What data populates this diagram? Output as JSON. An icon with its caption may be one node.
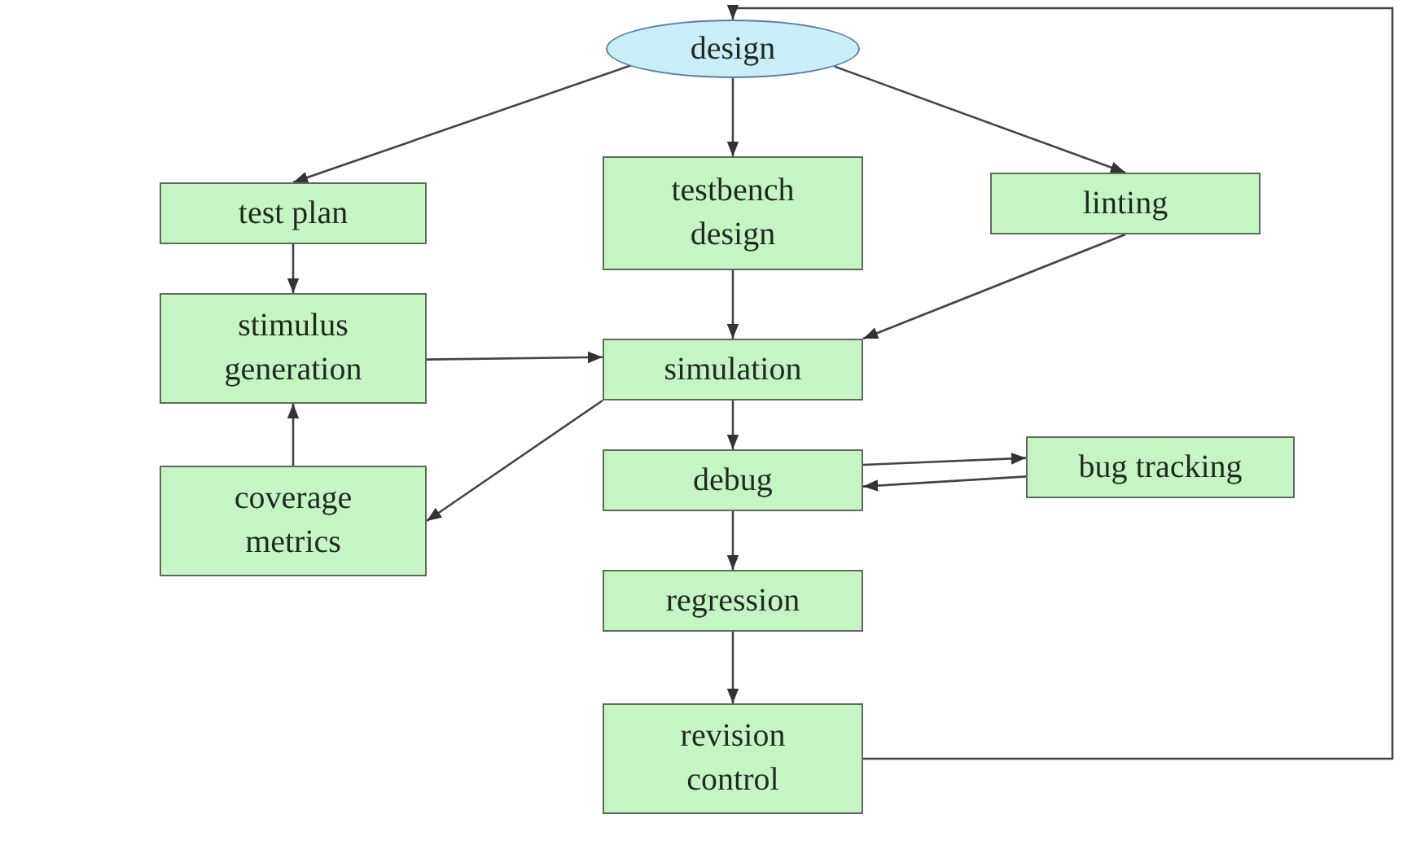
{
  "diagram": {
    "nodes": [
      {
        "text": [
          "design"
        ]
      },
      {
        "text": [
          "test plan"
        ]
      },
      {
        "text": [
          "testbench design"
        ]
      },
      {
        "text": [
          "linting"
        ]
      },
      {
        "text": [
          "stimulus generation"
        ]
      },
      {
        "text": [
          "simulation"
        ]
      },
      {
        "text": [
          "coverage metrics"
        ]
      },
      {
        "text": [
          "debug"
        ]
      },
      {
        "text": [
          "bug tracking"
        ]
      },
      {
        "text": [
          "regression"
        ]
      },
      {
        "text": [
          "revision control"
        ]
      }
    ],
    "edges": [
      {
        "from": 0,
        "to": 1,
        "arrow": "to"
      },
      {
        "from": 0,
        "to": 2,
        "arrow": "to"
      },
      {
        "from": 0,
        "to": 3,
        "arrow": "to"
      },
      {
        "from": 1,
        "to": 4,
        "arrow": "to"
      },
      {
        "from": 2,
        "to": 5,
        "arrow": "to"
      },
      {
        "from": 3,
        "to": 5,
        "arrow": "to"
      },
      {
        "from": 4,
        "to": 5,
        "arrow": "to"
      },
      {
        "from": 5,
        "to": 6,
        "arrow": "to"
      },
      {
        "from": 6,
        "to": 4,
        "arrow": "to"
      },
      {
        "from": 5,
        "to": 7,
        "arrow": "to"
      },
      {
        "from": 7,
        "to": 8,
        "arrow": "to"
      },
      {
        "from": 8,
        "to": 7,
        "arrow": "to"
      },
      {
        "from": 7,
        "to": 9,
        "arrow": "to"
      },
      {
        "from": 9,
        "to": 10,
        "arrow": "to"
      },
      {
        "from": 10,
        "to": 0,
        "arrow": "to"
      }
    ]
  }
}
